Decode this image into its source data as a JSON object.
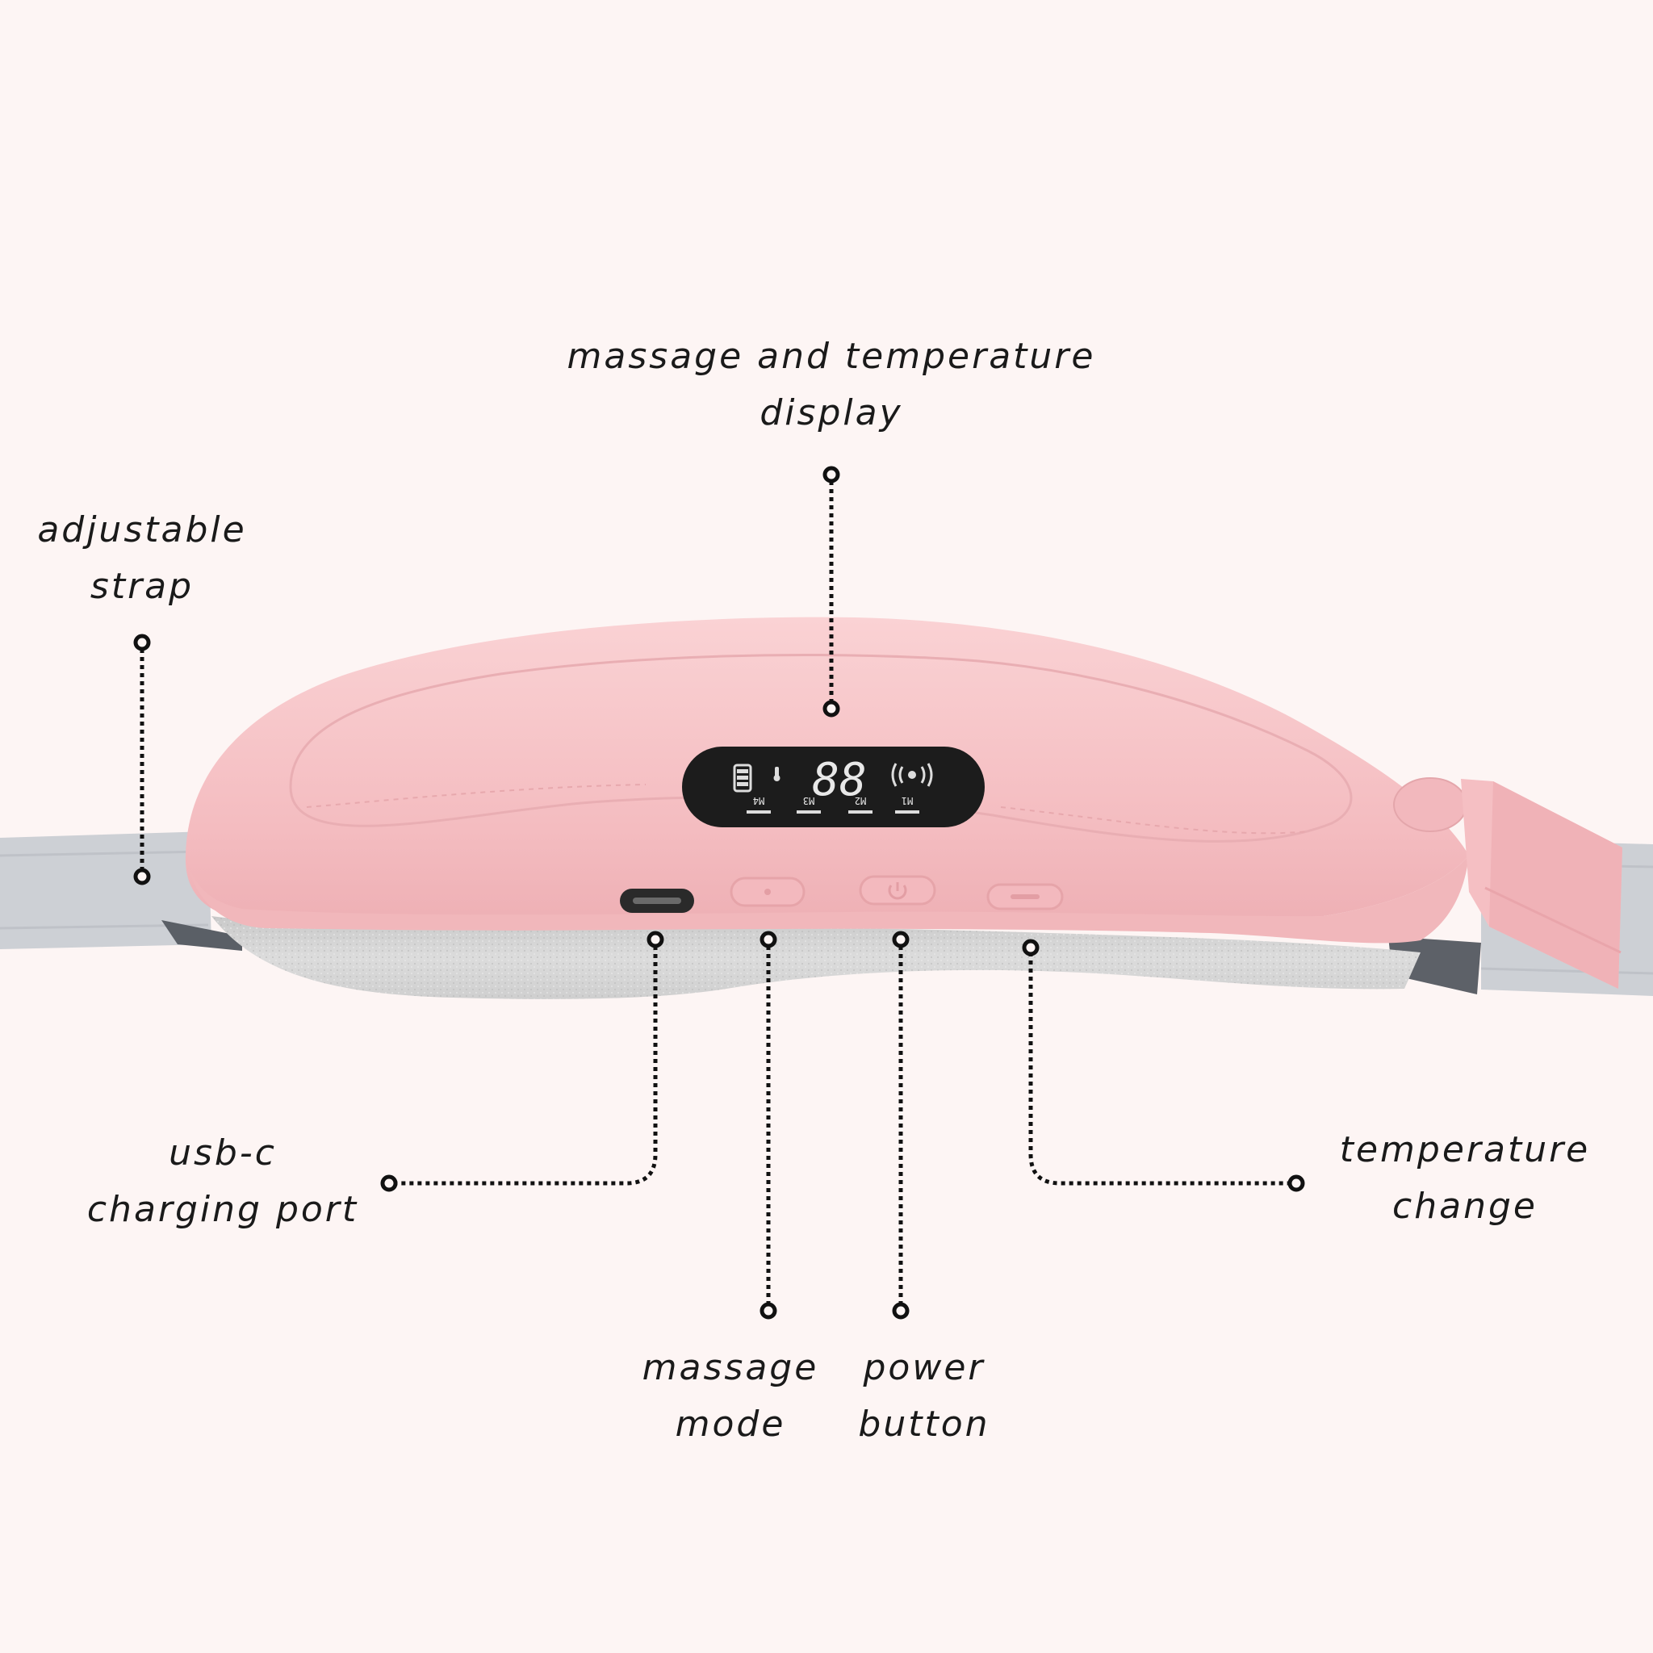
{
  "labels": {
    "display": [
      "massage and temperature",
      "display"
    ],
    "strap": [
      "adjustable",
      "strap"
    ],
    "usb": [
      "usb-c",
      "charging port"
    ],
    "temperature": [
      "temperature",
      "change"
    ],
    "massage_mode": [
      "massage",
      "mode"
    ],
    "power": [
      "power",
      "button"
    ]
  },
  "device_display": {
    "digits": "88",
    "modes": [
      "M4",
      "M3",
      "M2",
      "M1"
    ]
  },
  "colors": {
    "background": "#fdf5f4",
    "device_pink": "#f6c3c6",
    "strap_grey": "#c9ccd1",
    "felt_grey": "#d9d9d9",
    "screen": "#1c1c1c"
  },
  "icons": [
    "battery-icon",
    "thermometer-icon",
    "vibration-icon",
    "power-icon"
  ]
}
